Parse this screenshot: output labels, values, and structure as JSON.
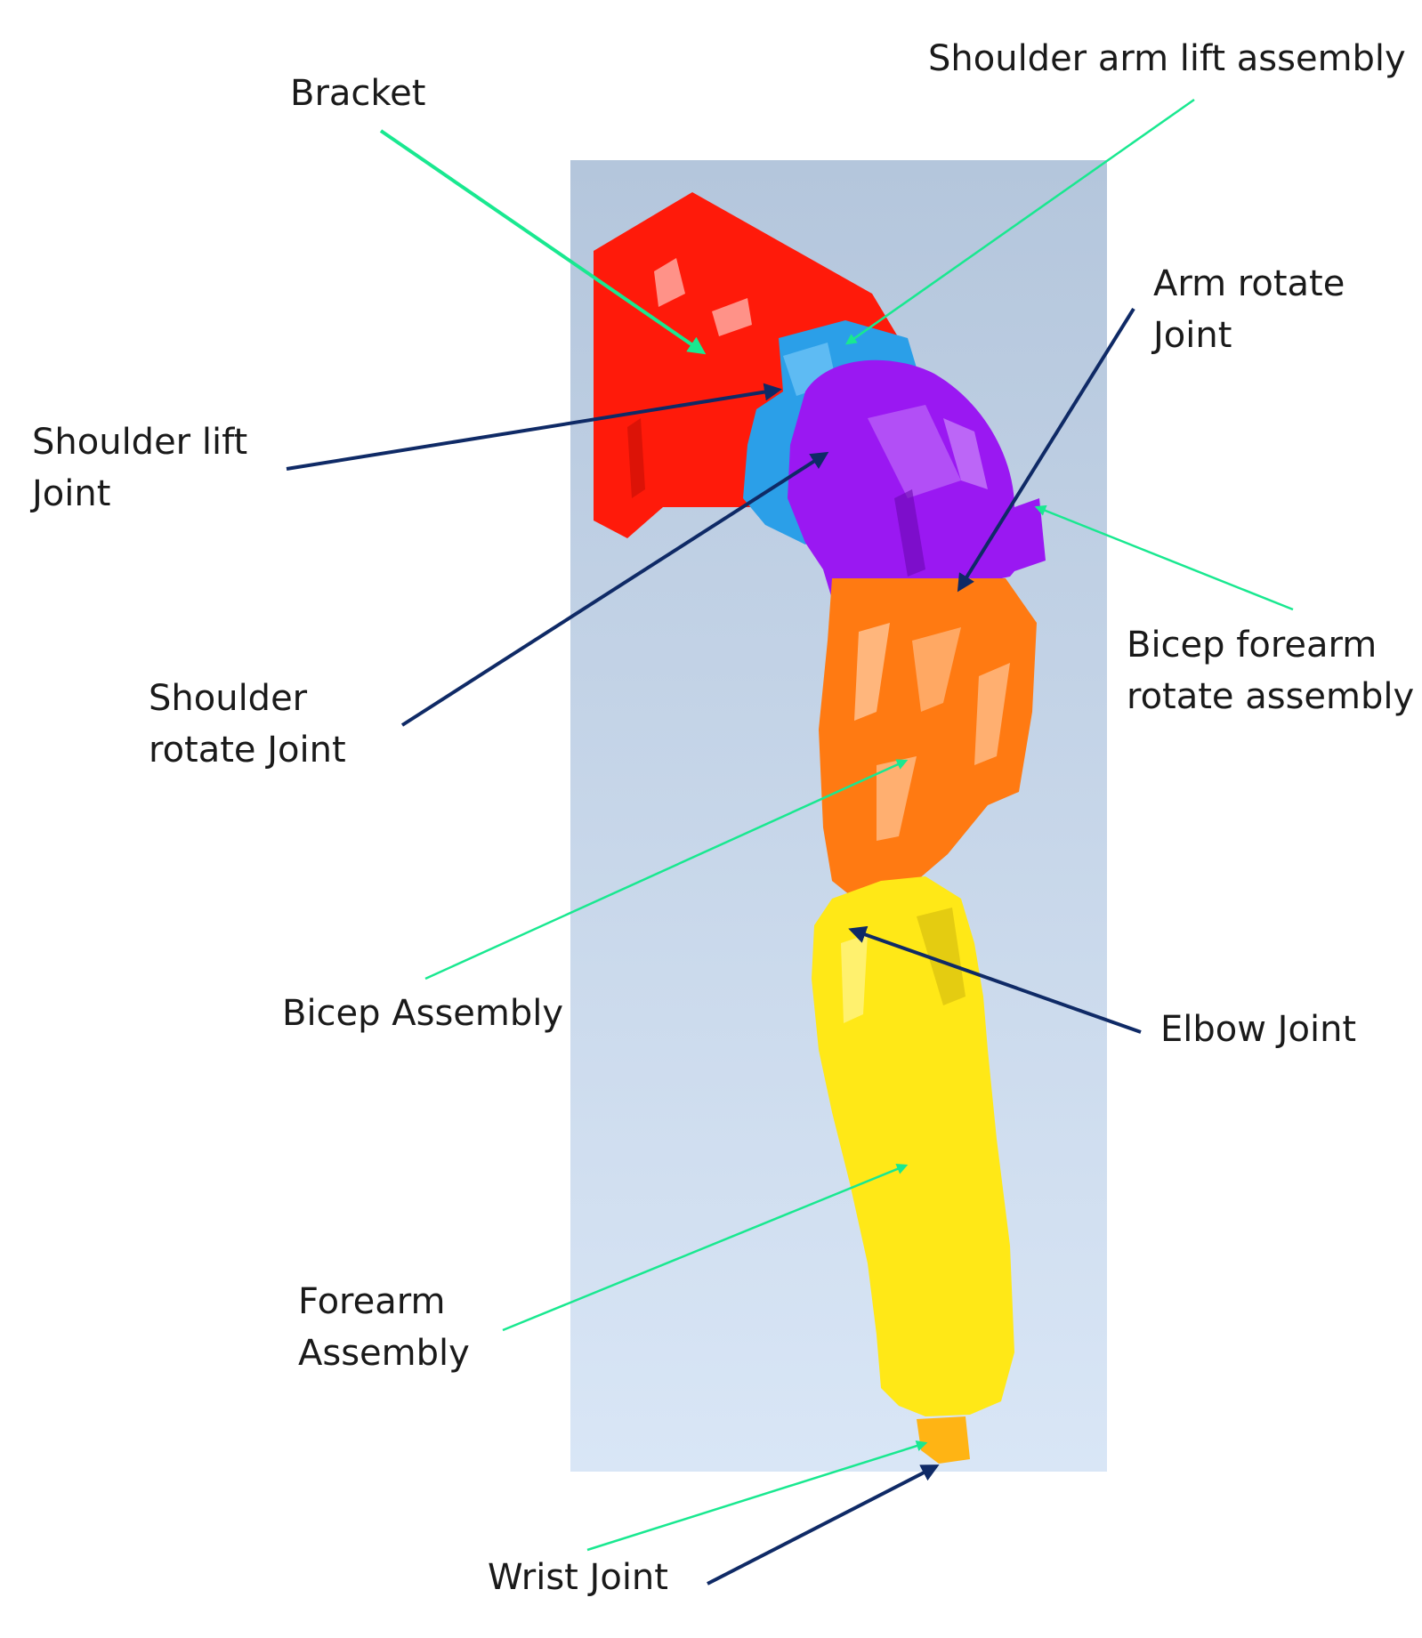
{
  "labels": {
    "bracket": "Bracket",
    "shoulder_arm_lift_assembly": "Shoulder arm lift assembly",
    "arm_rotate_joint": "Arm rotate\nJoint",
    "shoulder_lift_joint": "Shoulder lift\nJoint",
    "shoulder_rotate_joint": "Shoulder\nrotate Joint",
    "bicep_forearm_rotate_assembly": "Bicep forearm\nrotate assembly",
    "bicep_assembly": "Bicep Assembly",
    "elbow_joint": "Elbow Joint",
    "forearm_assembly": "Forearm\nAssembly",
    "wrist_joint": "Wrist Joint"
  },
  "colors": {
    "bracket": "#ff1a0a",
    "shoulder_lift_block": "#2b9fe8",
    "shoulder_dome": "#9a18f2",
    "bicep": "#ff7a12",
    "forearm": "#ffe817",
    "assembly_arrow": "#19e890",
    "joint_arrow": "#0f2a66",
    "backdrop_top": "#b4c6dc",
    "backdrop_bottom": "#d9e6f6"
  }
}
